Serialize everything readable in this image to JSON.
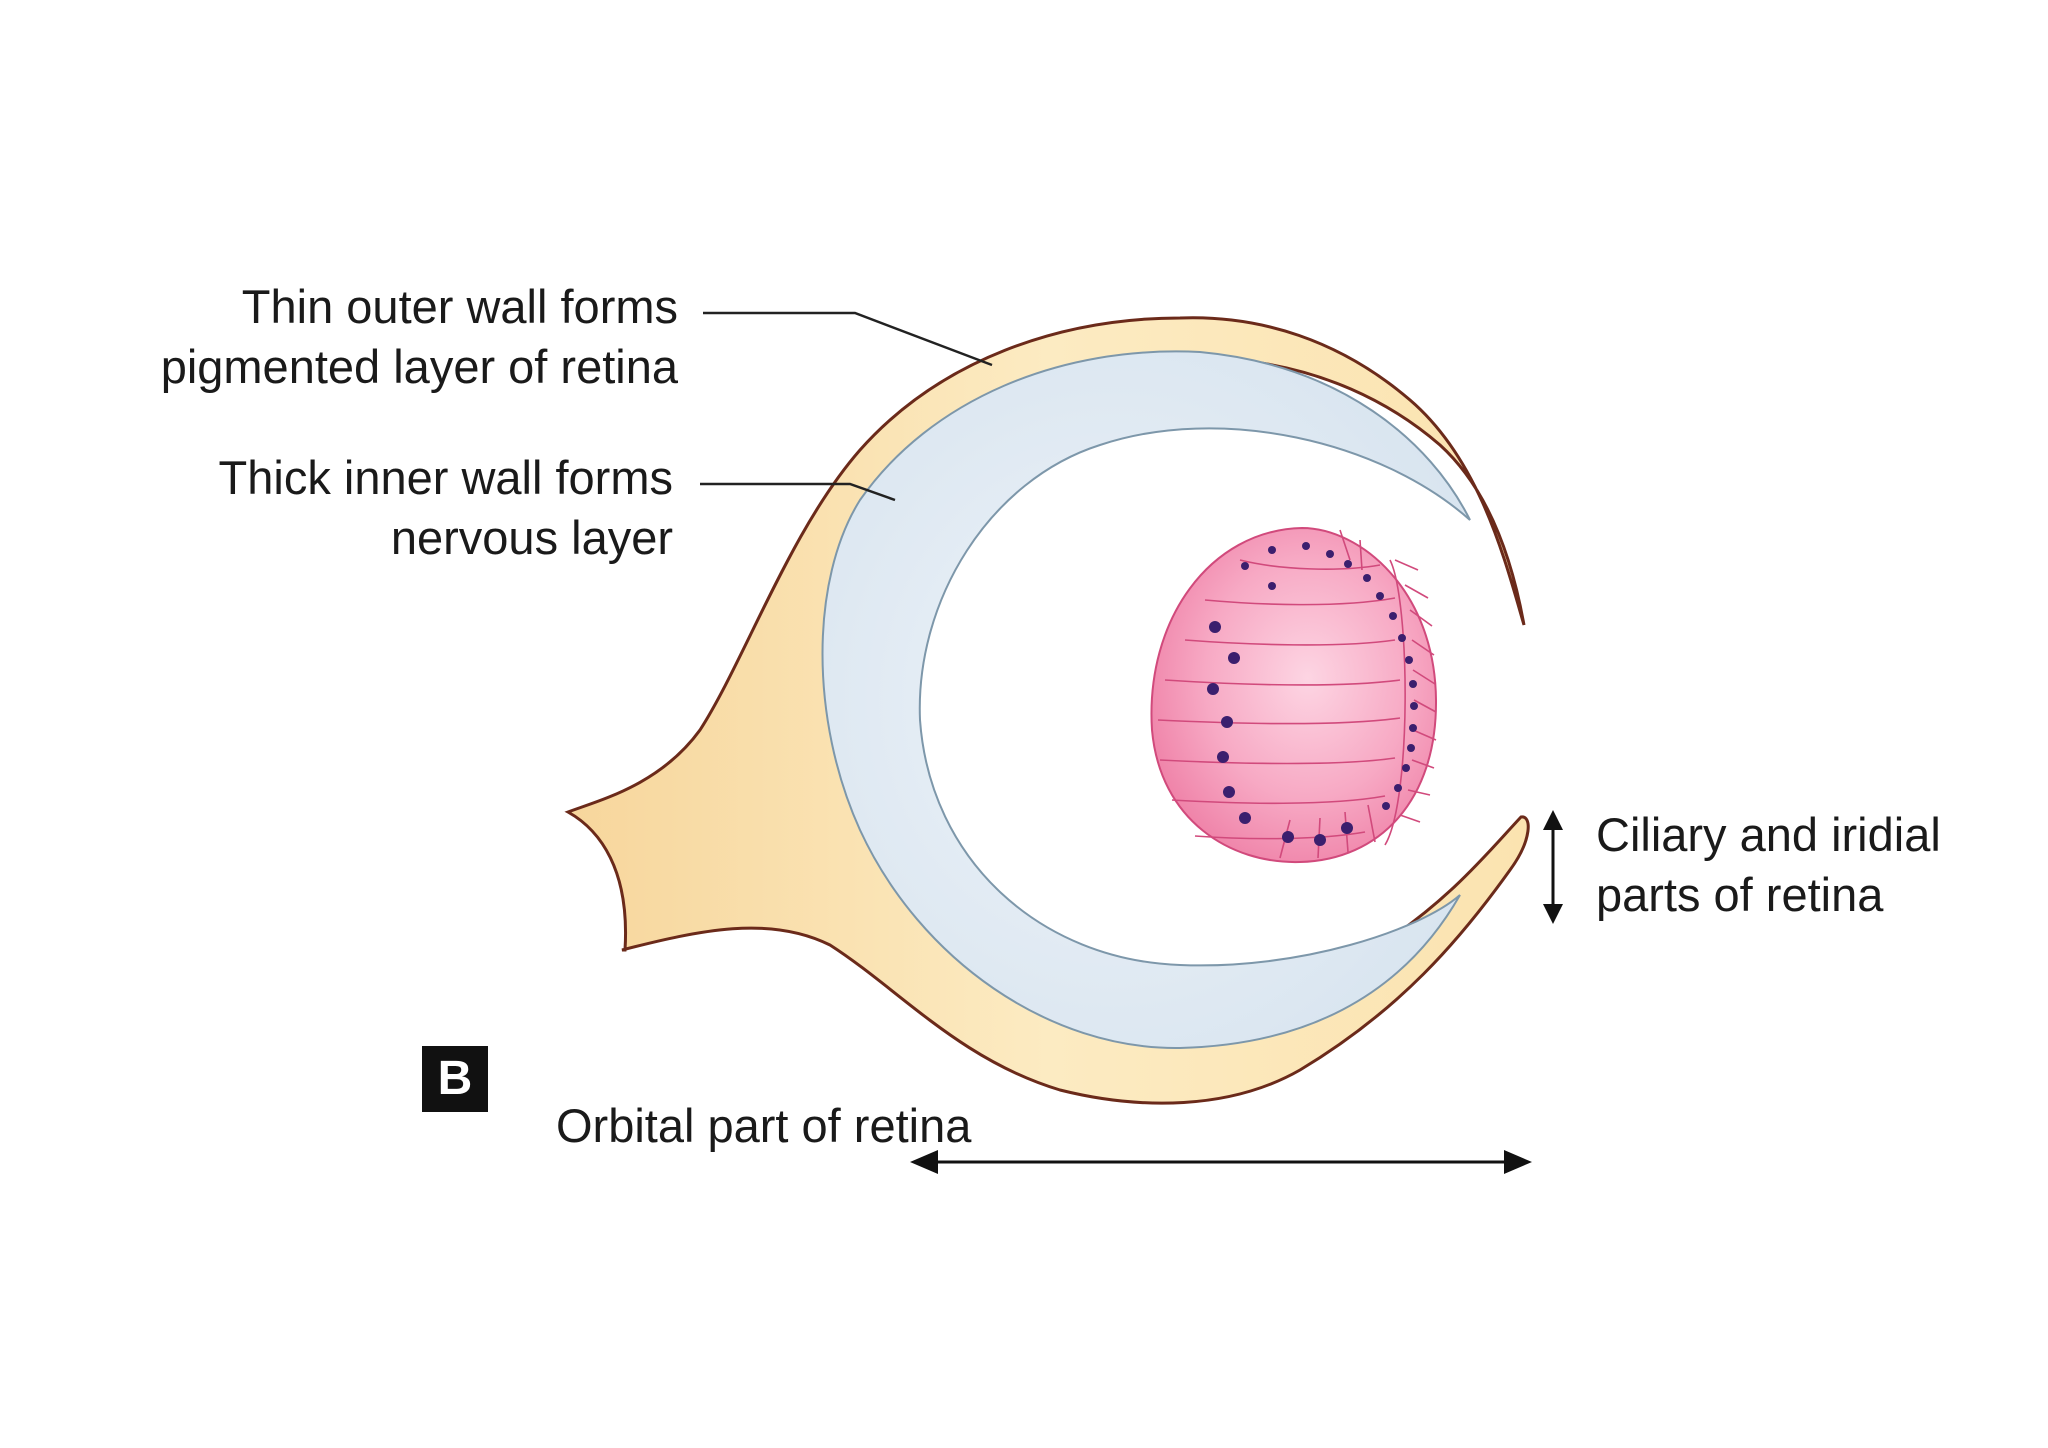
{
  "panel": {
    "letter": "B"
  },
  "labels": {
    "outer_wall": {
      "line1": "Thin outer wall forms",
      "line2": "pigmented layer of retina"
    },
    "inner_wall": {
      "line1": "Thick inner wall forms",
      "line2": "nervous layer"
    },
    "ciliary": {
      "line1": "Ciliary and iridial",
      "line2": "parts of retina"
    },
    "orbital": {
      "text": "Orbital part of retina"
    }
  },
  "colors": {
    "outer_layer": "#fbe6b8",
    "inner_layer": "#e3ecf4",
    "lens": "#f59ab8",
    "nucleus": "#3b1f6e",
    "outline": "#6b2a1a"
  }
}
